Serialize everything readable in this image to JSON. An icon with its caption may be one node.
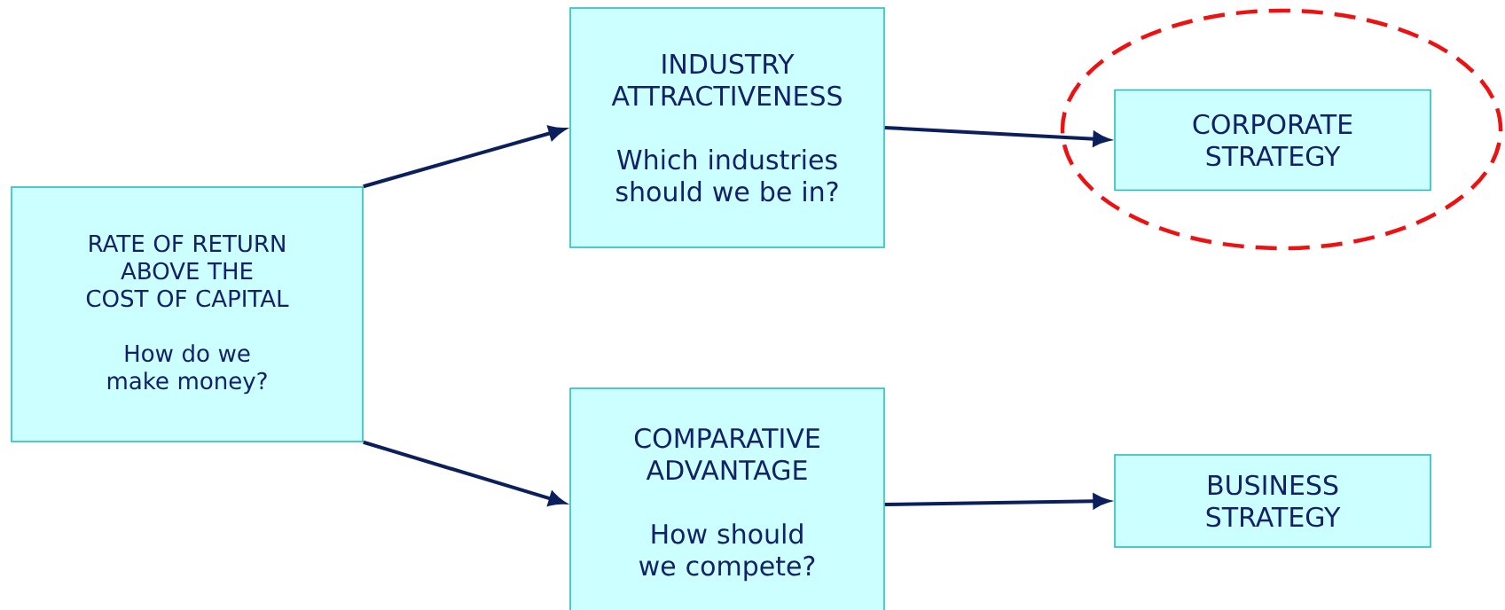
{
  "diagram": {
    "nodes": [
      {
        "text": [
          "RATE OF RETURN ABOVE THE COST OF CAPITAL",
          "How do we make money?"
        ]
      },
      {
        "text": [
          "INDUSTRY ATTRACTIVENESS",
          "Which industries should we be in?"
        ]
      },
      {
        "text": [],
        "shape": "ellipse"
      },
      {
        "text": [
          "CORPORATE STRATEGY"
        ],
        "in": 2
      },
      {
        "text": [
          "COMPARATIVE ADVANTAGE",
          "How should we compete?"
        ]
      },
      {
        "text": [
          "BUSINESS STRATEGY"
        ]
      }
    ],
    "edges": [
      {
        "from": 0,
        "to": 1,
        "arrow": "to"
      },
      {
        "from": 0,
        "to": 4,
        "arrow": "to"
      },
      {
        "from": 1,
        "to": 3,
        "arrow": "to"
      },
      {
        "from": 4,
        "to": 5,
        "arrow": "to"
      }
    ]
  }
}
